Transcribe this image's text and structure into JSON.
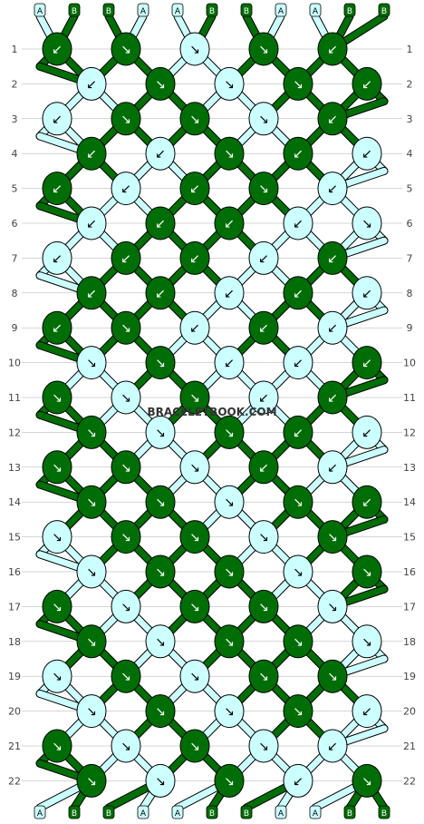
{
  "watermark": "BRACELETBOOK.COM",
  "colors": {
    "A": "#ccffff",
    "B": "#006e06",
    "outline": "#000000",
    "gridline": "#999999"
  },
  "top_labels": [
    "A",
    "B",
    "B",
    "A",
    "A",
    "B",
    "B",
    "A",
    "A",
    "B",
    "B"
  ],
  "bottom_labels": [
    "A",
    "B",
    "B",
    "A",
    "A",
    "B",
    "B",
    "A",
    "A",
    "B",
    "B"
  ],
  "row_numbers": [
    "1",
    "2",
    "3",
    "4",
    "5",
    "6",
    "7",
    "8",
    "9",
    "10",
    "11",
    "12",
    "13",
    "14",
    "15",
    "16",
    "17",
    "18",
    "19",
    "20",
    "21",
    "22"
  ],
  "knots": [
    [
      "B↙",
      "B↘",
      "A↘",
      "B↘",
      "B↙"
    ],
    [
      "A↙",
      "B↘",
      "A↘",
      "B↘",
      "B↙"
    ],
    [
      "A↙",
      "B↘",
      "B↘",
      "A↘",
      "B↙"
    ],
    [
      "B↙",
      "A↙",
      "B↘",
      "B↙",
      "A↙"
    ],
    [
      "B↙",
      "A↙",
      "B↙",
      "B↘",
      "A↙"
    ],
    [
      "A↙",
      "B↙",
      "B↙",
      "A↙",
      "A↘"
    ],
    [
      "A↙",
      "B↙",
      "B↙",
      "A↙",
      "B↙"
    ],
    [
      "B↙",
      "B↙",
      "A↙",
      "B↙",
      "A↙"
    ],
    [
      "B↙",
      "B↘",
      "A↙",
      "B↙",
      "A↙"
    ],
    [
      "A↘",
      "B↘",
      "A↙",
      "A↙",
      "B↙"
    ],
    [
      "B↘",
      "A↘",
      "B↘",
      "A↙",
      "B↙"
    ],
    [
      "B↘",
      "A↘",
      "B↘",
      "B↙",
      "A↙"
    ],
    [
      "B↘",
      "B↘",
      "A↘",
      "B↙",
      "A↙"
    ],
    [
      "B↘",
      "B↘",
      "A↘",
      "B↘",
      "B↙"
    ],
    [
      "A↘",
      "B↘",
      "B↘",
      "A↘",
      "B↘"
    ],
    [
      "A↘",
      "B↘",
      "B↘",
      "A↘",
      "B↘"
    ],
    [
      "B↘",
      "A↘",
      "B↘",
      "B↘",
      "A↘"
    ],
    [
      "B↘",
      "A↘",
      "B↘",
      "B↘",
      "A↘"
    ],
    [
      "A↘",
      "B↘",
      "A↘",
      "B↘",
      "B↘"
    ],
    [
      "A↘",
      "B↘",
      "A↘",
      "B↘",
      "A↙"
    ],
    [
      "B↘",
      "A↘",
      "B↘",
      "A↘",
      "A↙"
    ],
    [
      "B↘",
      "A↘",
      "B↘",
      "A↙",
      "B↘"
    ]
  ]
}
